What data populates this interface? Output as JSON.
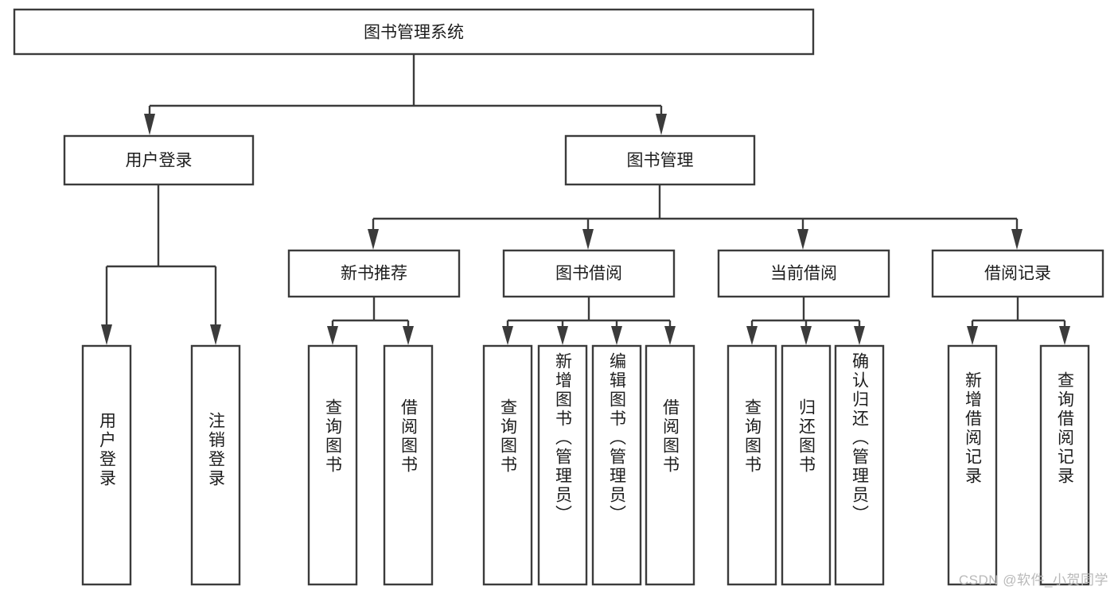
{
  "diagram": {
    "type": "tree-hierarchy-chart",
    "title_text": "图书管理系统",
    "orientation": "top-down",
    "colors": {
      "background": "#ffffff",
      "box_fill": "#ffffff",
      "box_stroke": "#3b3b3b",
      "text": "#1d1d1d",
      "watermark": "#b9b9b9"
    },
    "root": {
      "label": "图书管理系统"
    },
    "level1": [
      {
        "label": "用户登录"
      },
      {
        "label": "图书管理"
      }
    ],
    "level2": [
      {
        "label": "新书推荐"
      },
      {
        "label": "图书借阅"
      },
      {
        "label": "当前借阅"
      },
      {
        "label": "借阅记录"
      }
    ],
    "leaves": {
      "user_login": [
        {
          "label": "用户登录"
        },
        {
          "label": "注销登录"
        }
      ],
      "new_book_recommend": [
        {
          "label": "查询图书"
        },
        {
          "label": "借阅图书"
        }
      ],
      "book_borrow": [
        {
          "label": "查询图书"
        },
        {
          "label": "新增图书（管理员）"
        },
        {
          "label": "编辑图书（管理员）"
        },
        {
          "label": "借阅图书"
        }
      ],
      "current_borrow": [
        {
          "label": "查询图书"
        },
        {
          "label": "归还图书"
        },
        {
          "label": "确认归还（管理员）"
        }
      ],
      "borrow_record": [
        {
          "label": "新增借阅记录"
        },
        {
          "label": "查询借阅记录"
        }
      ]
    }
  },
  "watermark": {
    "text": "CSDN @软件_小贺同学"
  }
}
